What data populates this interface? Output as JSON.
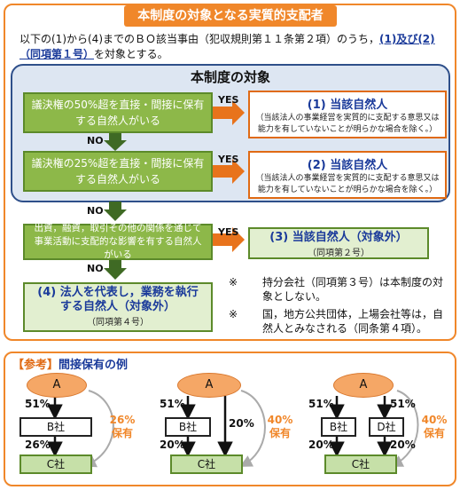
{
  "main": {
    "title": "本制度の対象となる実質的支配者",
    "intro_prefix": "以下の(1)から(4)までのＢＯ該当事由（犯収規則第１１条第２項）のうち，",
    "intro_highlight": "(1)及び(2)（同項第１号）",
    "intro_suffix": "を対象とする。",
    "scope_title": "本制度の対象",
    "cond1": "議決権の50%超を直接・間接に保有する自然人がいる",
    "cond2": "議決権の25%超を直接・間接に保有する自然人がいる",
    "cond3": "出資，融資，取引その他の関係を通じて事業活動に支配的な影響を有する自然人がいる",
    "yes": "YES",
    "no": "NO",
    "res1_title": "(1) 当該自然人",
    "res1_note": "（当該法人の事業経営を実質的に支配する意思又は能力を有していないことが明らかな場合を除く。）",
    "res2_title": "(2) 当該自然人",
    "res2_note": "（当該法人の事業経営を実質的に支配する意思又は能力を有していないことが明らかな場合を除く。）",
    "res3_title": "(3) 当該自然人（対象外）",
    "res3_sub": "（同項第２号）",
    "res4_title": "(4) 法人を代表し，業務を執行する自然人（対象外）",
    "res4_sub": "（同項第４号）",
    "note1_mark": "※",
    "note1": "持分会社（同項第３号）は本制度の対象としない。",
    "note2_mark": "※",
    "note2": "国，地方公共団体，上場会社等は，自然人とみなされる（同条第４項）。"
  },
  "reference": {
    "title_bracket": "【参考】",
    "title_text": "間接保有の例",
    "d1": {
      "a": "A",
      "b": "B社",
      "c": "C社",
      "p_ab": "51%",
      "p_bc": "26%",
      "p_side1": "26%",
      "p_side2": "保有"
    },
    "d2": {
      "a": "A",
      "b": "B社",
      "c": "C社",
      "p_ab": "51%",
      "p_bc": "20%",
      "p_ac": "20%",
      "p_side1": "40%",
      "p_side2": "保有"
    },
    "d3": {
      "a": "A",
      "b": "B社",
      "d": "D社",
      "c": "C社",
      "p_ab": "51%",
      "p_ad": "51%",
      "p_bc": "20%",
      "p_dc": "20%",
      "p_side1": "40%",
      "p_side2": "保有"
    }
  }
}
